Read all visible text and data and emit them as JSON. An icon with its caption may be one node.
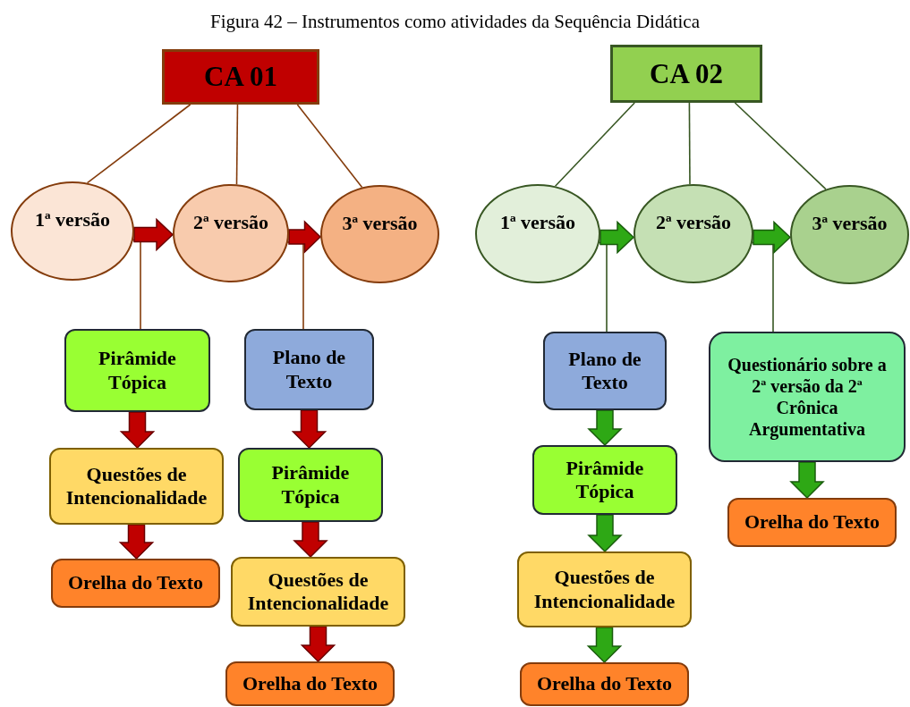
{
  "diagram": {
    "title": "Figura 42 – Instrumentos como atividades da Sequência Didática",
    "nodes": [
      {
        "text": [
          "CA 01"
        ]
      },
      {
        "text": [
          "1ª versão"
        ]
      },
      {
        "text": [
          "2ª versão"
        ]
      },
      {
        "text": [
          "3ª versão"
        ]
      },
      {
        "text": [
          "Pirâmide Tópica"
        ]
      },
      {
        "text": [
          "Questões de Intencionalidade"
        ]
      },
      {
        "text": [
          "Orelha do Texto"
        ]
      },
      {
        "text": [
          "Plano de Texto"
        ]
      },
      {
        "text": [
          "Pirâmide Tópica"
        ]
      },
      {
        "text": [
          "Questões de Intencionalidade"
        ]
      },
      {
        "text": [
          "Orelha do Texto"
        ]
      },
      {
        "text": [
          "CA 02"
        ]
      },
      {
        "text": [
          "1ª versão"
        ]
      },
      {
        "text": [
          "2ª versão"
        ]
      },
      {
        "text": [
          "3ª versão"
        ]
      },
      {
        "text": [
          "Plano de Texto"
        ]
      },
      {
        "text": [
          "Pirâmide Tópica"
        ]
      },
      {
        "text": [
          "Questões de Intencionalidade"
        ]
      },
      {
        "text": [
          "Orelha do Texto"
        ]
      },
      {
        "text": [
          "Questionário sobre a 2ª versão da 2ª Crônica Argumentativa"
        ]
      },
      {
        "text": [
          "Orelha do Texto"
        ]
      }
    ],
    "edges": [
      {
        "from": 0,
        "to": 1,
        "arrow": "none",
        "color": "#843c0c"
      },
      {
        "from": 0,
        "to": 2,
        "arrow": "none",
        "color": "#843c0c"
      },
      {
        "from": 0,
        "to": 3,
        "arrow": "none",
        "color": "#843c0c"
      },
      {
        "from": 1,
        "to": 2,
        "arrow": "to",
        "style": "thick",
        "color": "#c00000"
      },
      {
        "from": 2,
        "to": 3,
        "arrow": "to",
        "style": "thick",
        "color": "#c00000"
      },
      {
        "from": 1,
        "to": 4,
        "arrow": "none",
        "color": "#843c0c"
      },
      {
        "from": 2,
        "to": 7,
        "arrow": "none",
        "color": "#843c0c"
      },
      {
        "from": 4,
        "to": 5,
        "arrow": "to",
        "style": "thick",
        "color": "#c00000"
      },
      {
        "from": 5,
        "to": 6,
        "arrow": "to",
        "style": "thick",
        "color": "#c00000"
      },
      {
        "from": 7,
        "to": 8,
        "arrow": "to",
        "style": "thick",
        "color": "#c00000"
      },
      {
        "from": 8,
        "to": 9,
        "arrow": "to",
        "style": "thick",
        "color": "#c00000"
      },
      {
        "from": 9,
        "to": 10,
        "arrow": "to",
        "style": "thick",
        "color": "#c00000"
      },
      {
        "from": 11,
        "to": 12,
        "arrow": "none",
        "color": "#385723"
      },
      {
        "from": 11,
        "to": 13,
        "arrow": "none",
        "color": "#385723"
      },
      {
        "from": 11,
        "to": 14,
        "arrow": "none",
        "color": "#385723"
      },
      {
        "from": 12,
        "to": 13,
        "arrow": "to",
        "style": "thick",
        "color": "#2ea815"
      },
      {
        "from": 13,
        "to": 14,
        "arrow": "to",
        "style": "thick",
        "color": "#2ea815"
      },
      {
        "from": 12,
        "to": 15,
        "arrow": "none",
        "color": "#385723"
      },
      {
        "from": 13,
        "to": 19,
        "arrow": "none",
        "color": "#385723"
      },
      {
        "from": 15,
        "to": 16,
        "arrow": "to",
        "style": "thick",
        "color": "#2ea815"
      },
      {
        "from": 16,
        "to": 17,
        "arrow": "to",
        "style": "thick",
        "color": "#2ea815"
      },
      {
        "from": 17,
        "to": 18,
        "arrow": "to",
        "style": "thick",
        "color": "#2ea815"
      },
      {
        "from": 19,
        "to": 20,
        "arrow": "to",
        "style": "thick",
        "color": "#2ea815"
      }
    ]
  }
}
